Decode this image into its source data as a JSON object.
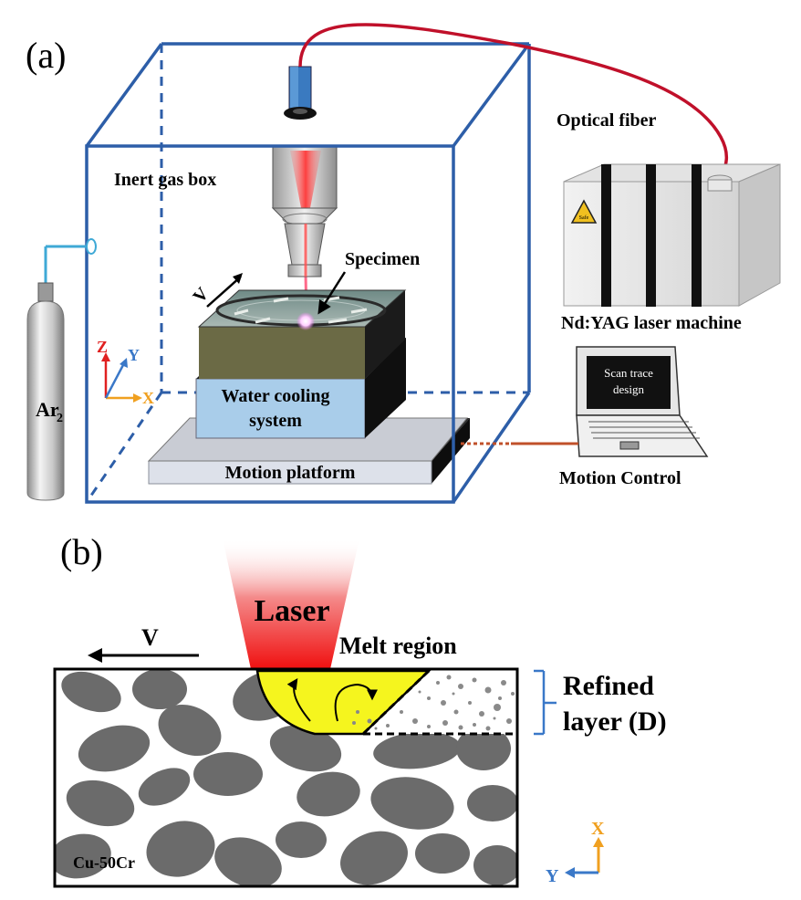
{
  "panel_a": {
    "label": "(a)",
    "inert_gas_box": "Inert gas box",
    "optical_fiber": "Optical fiber",
    "laser_machine": "Nd:YAG laser machine",
    "laser_badge": "Safe",
    "specimen": "Specimen",
    "velocity": "V",
    "water_cooling_line1": "Water cooling",
    "water_cooling_line2": "system",
    "motion_platform": "Motion platform",
    "motion_control": "Motion Control",
    "screen_line1": "Scan trace",
    "screen_line2": "design",
    "gas_cylinder": "Ar",
    "gas_cylinder_sub": "2",
    "axis_z": "Z",
    "axis_y": "Y",
    "axis_x": "X"
  },
  "panel_b": {
    "label": "(b)",
    "laser": "Laser",
    "velocity": "V",
    "melt_region": "Melt  region",
    "refined_line1": "Refined",
    "refined_line2": "layer (D)",
    "material": "Cu-50Cr",
    "axis_x": "X",
    "axis_y": "Y"
  },
  "colors": {
    "box_edge": "#2d5ea8",
    "fiber": "#c0102a",
    "water": "#a9cdea",
    "melt": "#f5f51e",
    "grain": "#6b6b6b",
    "axis_orange": "#f0a020",
    "axis_blue": "#3a78c8"
  }
}
